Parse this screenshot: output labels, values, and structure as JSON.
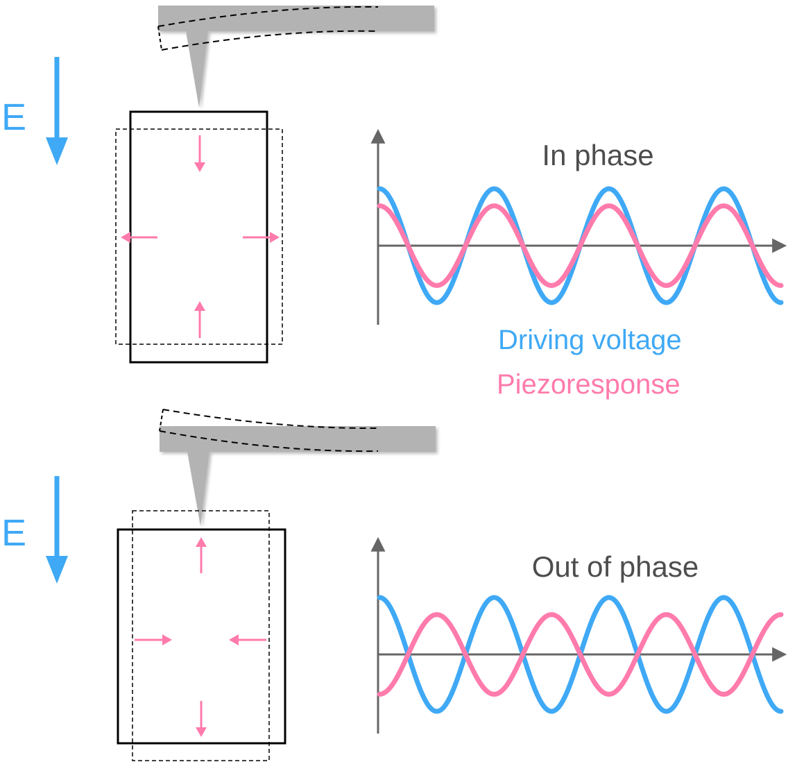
{
  "colors": {
    "drive": "#3fa9f5",
    "response": "#ff7bac",
    "text": "#4d4d4d",
    "cantilever": "#b3b3b3",
    "axis": "#666666",
    "sample": "#000000"
  },
  "panels": [
    {
      "id": "in-phase",
      "field_label": "E",
      "title": "In phase",
      "response_phase": "in"
    },
    {
      "id": "out-of-phase",
      "field_label": "E",
      "title": "Out of phase",
      "response_phase": "out"
    }
  ],
  "legend": {
    "drive": "Driving voltage",
    "response": "Piezoresponse"
  },
  "chart_data": [
    {
      "type": "line",
      "title": "In phase",
      "x_cycles": 3.5,
      "series": [
        {
          "name": "Driving voltage",
          "amplitude": 1.0,
          "phase": 0
        },
        {
          "name": "Piezoresponse",
          "amplitude": 0.7,
          "phase": 0
        }
      ]
    },
    {
      "type": "line",
      "title": "Out of phase",
      "x_cycles": 3.5,
      "series": [
        {
          "name": "Driving voltage",
          "amplitude": 1.0,
          "phase": 0
        },
        {
          "name": "Piezoresponse",
          "amplitude": 0.7,
          "phase": 180
        }
      ]
    }
  ]
}
